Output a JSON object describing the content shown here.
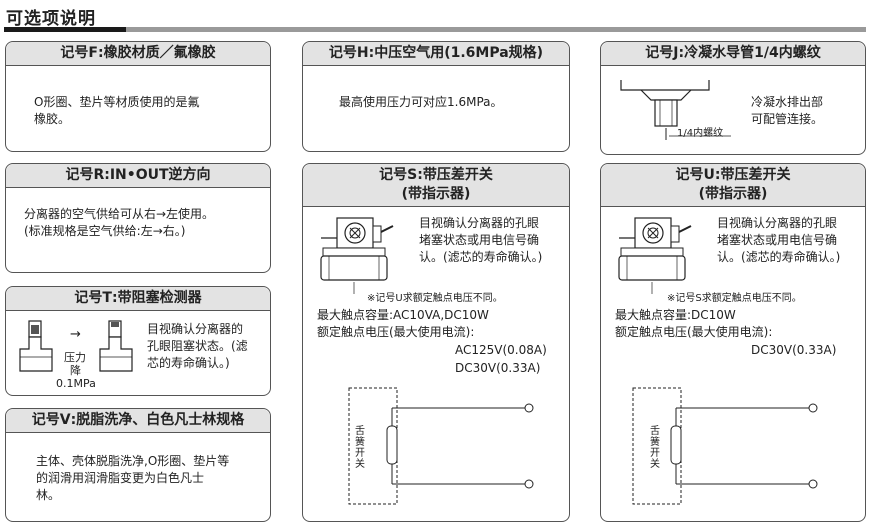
{
  "page": {
    "title": "可选项说明"
  },
  "cards": {
    "F": {
      "prefix": "记号",
      "code": "F",
      "suffix": ":橡胶材质／氟橡胶",
      "body_line1": "O形圈、垫片等材质使用的是氟",
      "body_line2": "橡胶。"
    },
    "R": {
      "prefix": "记号",
      "code": "R",
      "suffix": ":IN•OUT逆方向",
      "body_line1": "分离器的空气供给可从右→左使用。",
      "body_line2": "(标准规格是空气供给:左→右。)"
    },
    "T": {
      "prefix": "记号",
      "code": "T",
      "suffix": ":带阻塞检测器",
      "arrow": "→",
      "pressure_label_1": "压力",
      "pressure_label_2": "降",
      "pressure_value": "0.1MPa",
      "body_line1": "目视确认分离器的",
      "body_line2": "孔眼阻塞状态。(滤",
      "body_line3": "芯的寿命确认。)"
    },
    "V": {
      "prefix": "记号",
      "code": "V",
      "suffix": ":脱脂洗净、白色凡士林规格",
      "body_line1": "主体、壳体脱脂洗净,O形圈、垫片等",
      "body_line2": "的润滑用润滑脂变更为白色凡士",
      "body_line3": "林。"
    },
    "H": {
      "prefix": "记号",
      "code": "H",
      "suffix": ":中压空气用(1.6MPa规格)",
      "body_line1": "最高使用压力可对应1.6MPa。"
    },
    "S": {
      "prefix": "记号",
      "code": "S",
      "suffix": ":带压差开关",
      "subtitle": "(带指示器)",
      "body_line1": "目视确认分离器的孔眼",
      "body_line2": "堵塞状态或用电信号确",
      "body_line3": "认。(滤芯的寿命确认。)",
      "note": "※记号U求额定触点电压不同。",
      "spec_line1": "最大触点容量:AC10VA,DC10W",
      "spec_line2": "额定触点电压(最大使用电流):",
      "spec_line3": "AC125V(0.08A)",
      "spec_line4": "DC30V(0.33A)",
      "switch_label": [
        "舌",
        "簧",
        "开",
        "关"
      ]
    },
    "J": {
      "prefix": "记号",
      "code": "J",
      "suffix": ":冷凝水导管1/4内螺纹",
      "thread_label": "1/4内螺纹",
      "body_line1": "冷凝水排出部",
      "body_line2": "可配管连接。"
    },
    "U": {
      "prefix": "记号",
      "code": "U",
      "suffix": ":带压差开关",
      "subtitle": "(带指示器)",
      "body_line1": "目视确认分离器的孔眼",
      "body_line2": "堵塞状态或用电信号确",
      "body_line3": "认。(滤芯的寿命确认。)",
      "note": "※记号S求额定触点电压不同。",
      "spec_line1": "最大触点容量:DC10W",
      "spec_line2": "额定触点电压(最大使用电流):",
      "spec_line3": "DC30V(0.33A)",
      "switch_label": [
        "舌",
        "簧",
        "开",
        "关"
      ]
    }
  }
}
